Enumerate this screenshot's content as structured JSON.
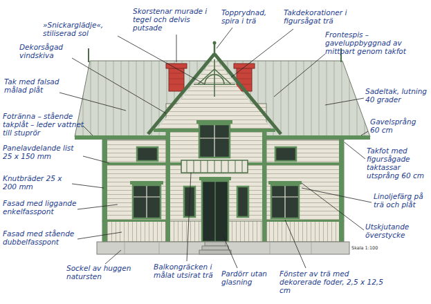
{
  "diagram": {
    "labels": [
      "»Snickarglädje«, stiliserad sol",
      "Skorstenar murade i tegel och delvis putsade",
      "Topprydnad, spira i trä",
      "Takdekorationer i figursågat trä",
      "Dekorsågad vindskiva",
      "Frontespis – gaveluppbyggnad av mittpart genom takfot",
      "Tak med falsad målad plåt",
      "Sadeltak, lutning 40 grader",
      "Fotränna – stående takplåt – leder vattnet till stuprör",
      "Gavelsprång 60 cm",
      "Panelavdelande list 25 x 150 mm",
      "Takfot med figursågade taktassar utsprång 60 cm",
      "Knutbräder 25 x 200 mm",
      "Linoljefärg på trä och plåt",
      "Fasad med liggande enkelfasspont",
      "Utskjutande överstycke",
      "Fasad med stående dubbelfasspont",
      "Sockel av huggen natursten",
      "Balkongräcken i målat utsirat trä",
      "Pardörr utan glasning",
      "Fönster av trä med dekorerade foder, 2,5 x 12,5 cm",
      "Skala 1:100"
    ]
  }
}
